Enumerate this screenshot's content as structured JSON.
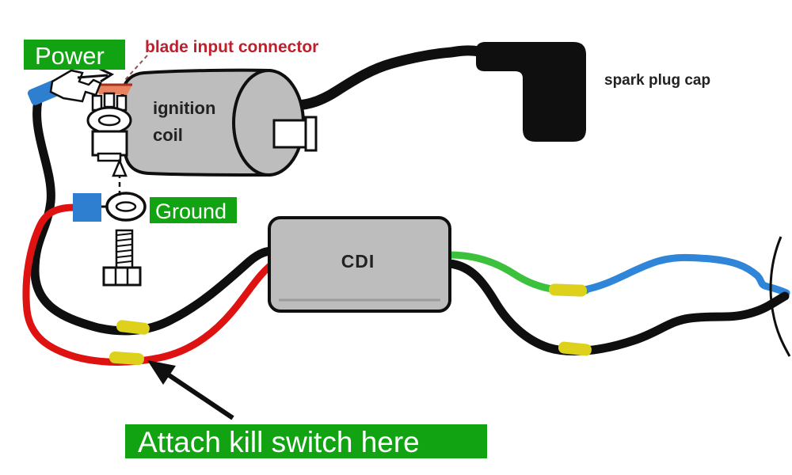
{
  "diagram": {
    "labels": {
      "power": "Power",
      "blade_input": "blade input connector",
      "spark_plug_cap": "spark plug cap",
      "ignition_coil_line1": "ignition",
      "ignition_coil_line2": "coil",
      "ground": "Ground",
      "cdi": "CDI",
      "kill_switch": "Attach kill switch here"
    },
    "colors": {
      "label_green": "#12a312",
      "label_text": "#ffffff",
      "annotation_red": "#bd1f2d",
      "wire_black": "#0f0f0f",
      "wire_red": "#df1212",
      "wire_green": "#3cc13c",
      "wire_blue": "#2f86d8",
      "connector_blue": "#2f7fd0",
      "band_yellow": "#ddd11c",
      "blade_orange": "#e8825f",
      "component_gray": "#bdbdbd"
    }
  }
}
